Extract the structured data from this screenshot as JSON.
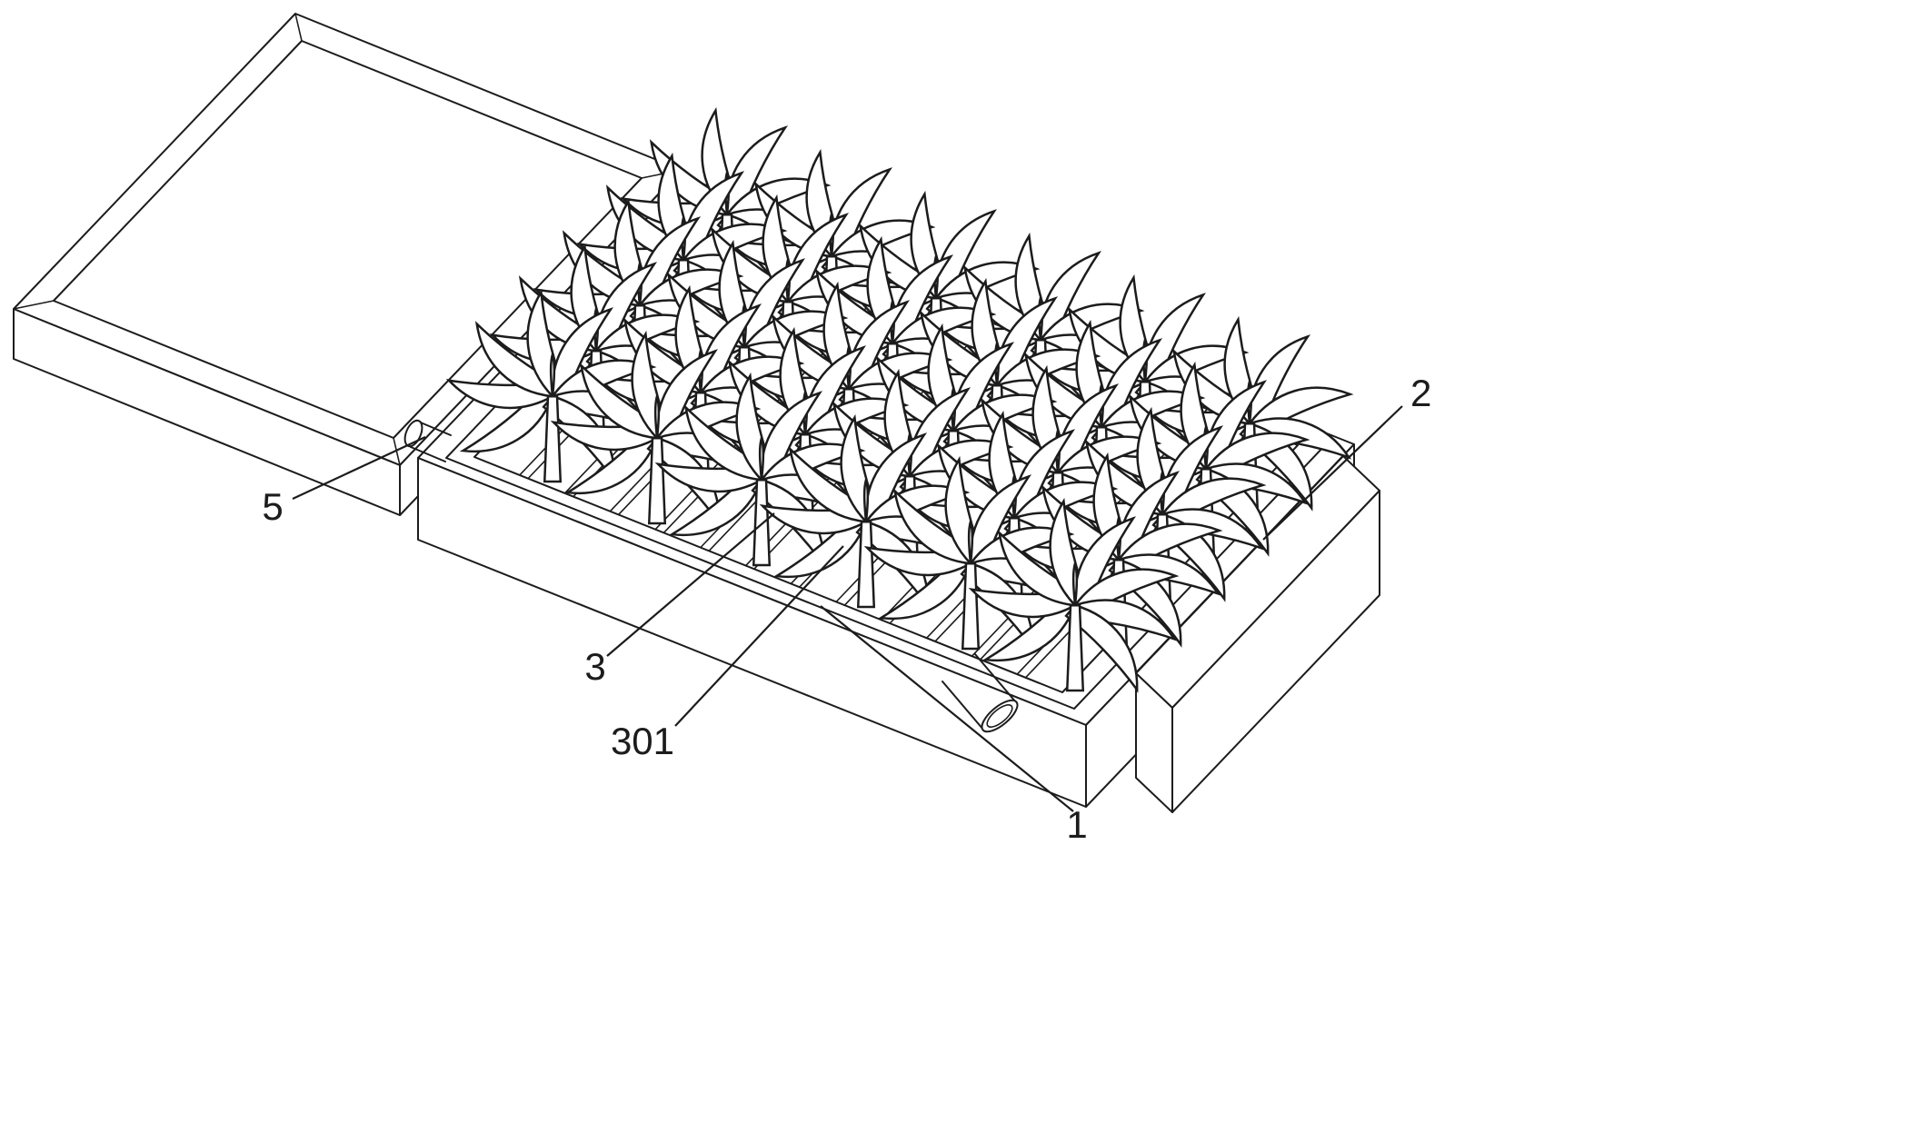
{
  "figure": {
    "background_color": "#ffffff",
    "line_color": "#1c1c1c",
    "labels": [
      {
        "id": "label-5",
        "text": "5"
      },
      {
        "id": "label-3",
        "text": "3"
      },
      {
        "id": "label-301",
        "text": "301"
      },
      {
        "id": "label-1",
        "text": "1"
      },
      {
        "id": "label-2",
        "text": "2"
      }
    ]
  }
}
